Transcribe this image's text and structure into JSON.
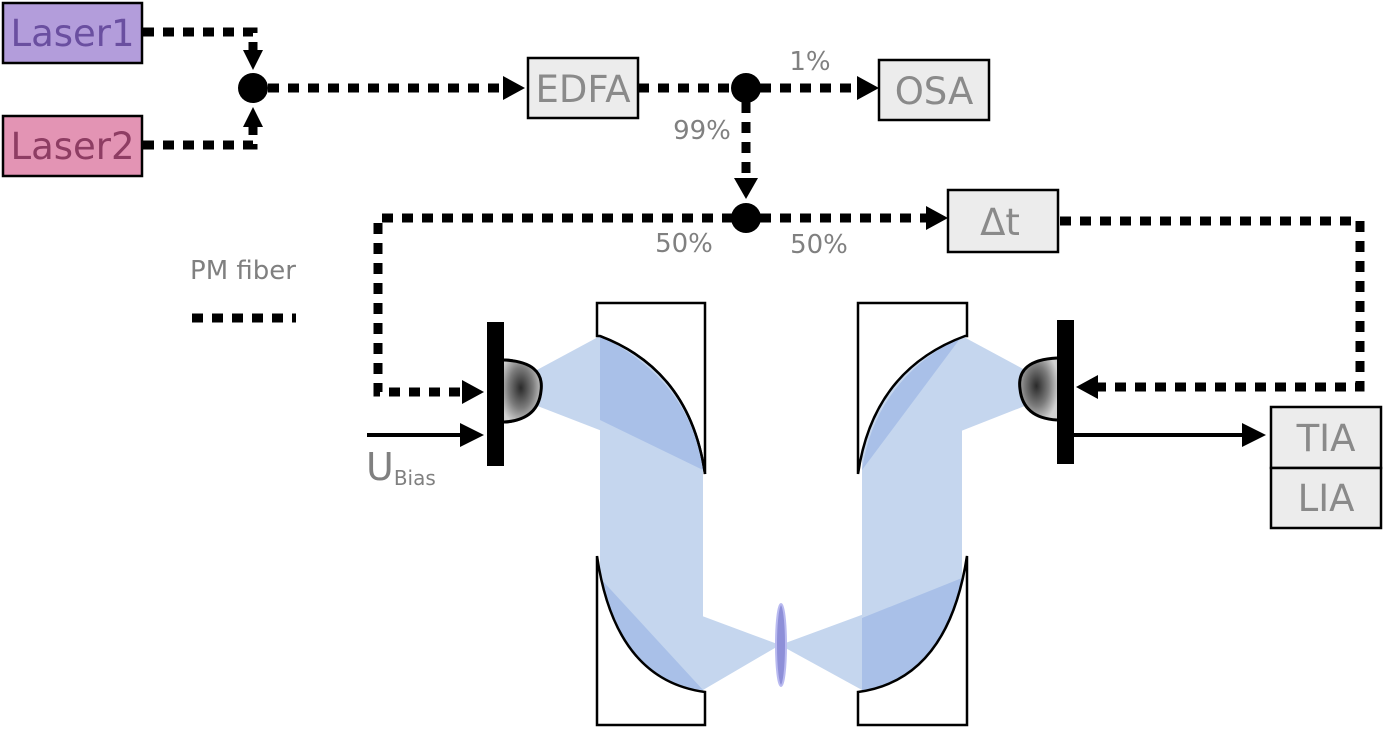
{
  "boxes": {
    "laser1": {
      "label": "Laser1",
      "fill": "#b39ddb",
      "text_color": "#6a4fa0"
    },
    "laser2": {
      "label": "Laser2",
      "fill": "#e394b4",
      "text_color": "#8e3d63"
    },
    "edfa": {
      "label": "EDFA",
      "fill": "#ececec",
      "text_color": "#8a8a8a"
    },
    "osa": {
      "label": "OSA",
      "fill": "#ececec",
      "text_color": "#8a8a8a"
    },
    "delay": {
      "label": "Δt",
      "fill": "#ececec",
      "text_color": "#8a8a8a"
    },
    "tia": {
      "label": "TIA",
      "fill": "#ececec",
      "text_color": "#8a8a8a"
    },
    "lia": {
      "label": "LIA",
      "fill": "#ececec",
      "text_color": "#8a8a8a"
    }
  },
  "labels": {
    "split_1pct": "1%",
    "split_99pct": "99%",
    "split_50pct_left": "50%",
    "split_50pct_right": "50%",
    "legend_pm_fiber": "PM fiber",
    "bias_main": "U",
    "bias_sub": "Bias"
  },
  "colors": {
    "fiber": "#000000",
    "beam_light": "#c5d6ee",
    "beam_dark": "#a9c0e8",
    "sample": "#8e8fd8",
    "label_gray": "#808080"
  }
}
